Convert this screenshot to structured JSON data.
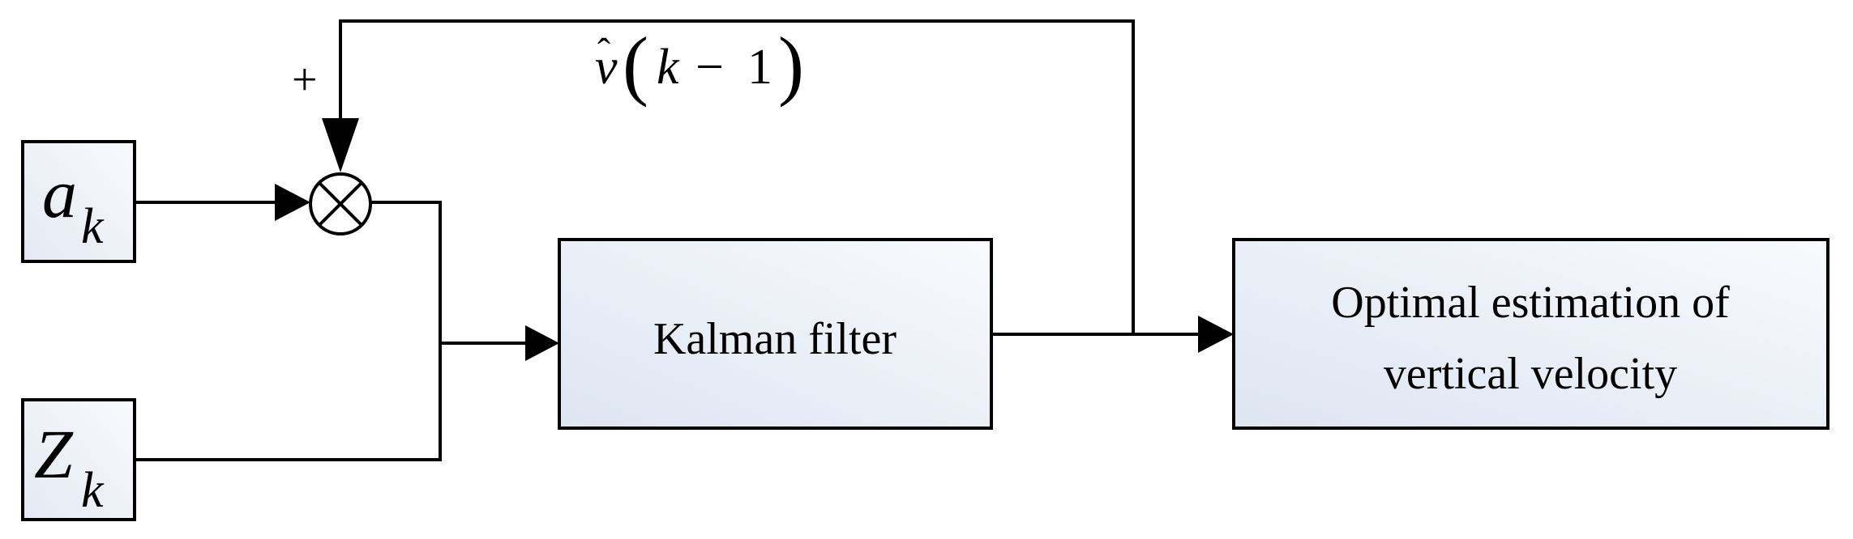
{
  "diagram": {
    "inputs": {
      "a": {
        "symbol": "a",
        "subscript": "k"
      },
      "z": {
        "symbol": "Z",
        "subscript": "k"
      }
    },
    "summing_junction": {
      "sign": "+"
    },
    "feedback_label": {
      "hat_var": "v",
      "hat": "ˆ",
      "open_paren": "(",
      "arg": "k",
      "minus": "−",
      "one": "1",
      "close_paren": ")"
    },
    "kalman_filter": {
      "label": "Kalman filter"
    },
    "output": {
      "line1": "Optimal estimation of",
      "line2": "vertical velocity"
    },
    "colors": {
      "stroke": "#000000",
      "box_fill_light": "#f6f8fc",
      "box_fill_dark": "#dde5f1"
    }
  }
}
